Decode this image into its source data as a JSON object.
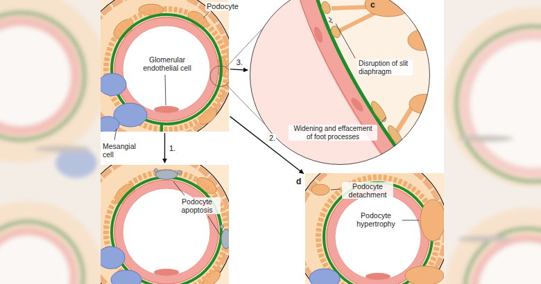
{
  "diagram": {
    "nodes": [
      {
        "text": [
          "Podocyte",
          "Glomerular endothelial cell",
          "Mesangial cell"
        ]
      },
      {
        "text": [
          "c",
          "Disruption of slit diaphragm",
          "Widening and effacement of foot processes"
        ]
      },
      {
        "text": [
          "Podocyte apoptosis"
        ]
      },
      {
        "text": [
          "d",
          "Podocyte detachment",
          "Podocyte hypertrophy"
        ]
      }
    ],
    "edges": [
      {
        "from": 0,
        "to": 2,
        "label": "1.",
        "arrow": "to"
      },
      {
        "from": 0,
        "to": 3,
        "label": "2.",
        "arrow": "to"
      },
      {
        "from": 0,
        "to": 1,
        "label": "3.",
        "arrow": "to"
      }
    ]
  }
}
